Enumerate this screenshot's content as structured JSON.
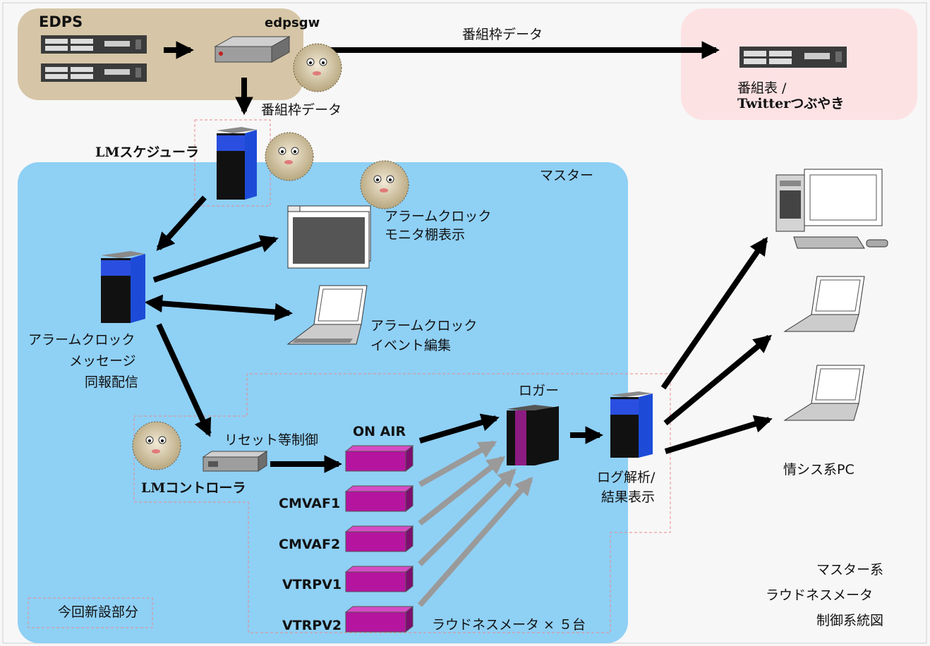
{
  "colors": {
    "edps_box": "#d6c6a7",
    "web_box": "#fde2e4",
    "master_area": "#8fd0f5",
    "arrow_black": "#000000",
    "arrow_gray": "#9a9a9a",
    "loudness_meter": "#b5149f",
    "logger_stripe": "#8c1b82",
    "server_blue": "#1d4bd8",
    "dashed_border": "#e88a8a"
  },
  "labels": {
    "edps": "EDPS",
    "edpsgw": "edpsgw",
    "program_frame_data_top": "番組枠データ",
    "program_frame_data_down": "番組枠データ",
    "web_line1": "番組表 /",
    "web_line2": "Twitterつぶやき",
    "lm_scheduler": "LMスケジューラ",
    "master": "マスター",
    "alarm_monitor_line1": "アラームクロック",
    "alarm_monitor_line2": "モニタ棚表示",
    "alarm_event_line1": "アラームクロック",
    "alarm_event_line2": "イベント編集",
    "alarm_msg_line1": "アラームクロック",
    "alarm_msg_line2": "メッセージ",
    "alarm_msg_line3": "同報配信",
    "reset_control": "リセット等制御",
    "lm_controller": "LMコントローラ",
    "on_air": "ON AIR",
    "cmvaf1": "CMVAF1",
    "cmvaf2": "CMVAF2",
    "vtrpv1": "VTRPV1",
    "vtrpv2": "VTRPV2",
    "logger": "ロガー",
    "log_analysis_line1": "ログ解析/",
    "log_analysis_line2": "結果表示",
    "info_pc": "情シス系PC",
    "loudness_x5": "ラウドネスメータ × ５台",
    "new_part_legend": "今回新設部分",
    "title_line1": "マスター系",
    "title_line2": "ラウドネスメータ",
    "title_line3": "制御系統図"
  }
}
